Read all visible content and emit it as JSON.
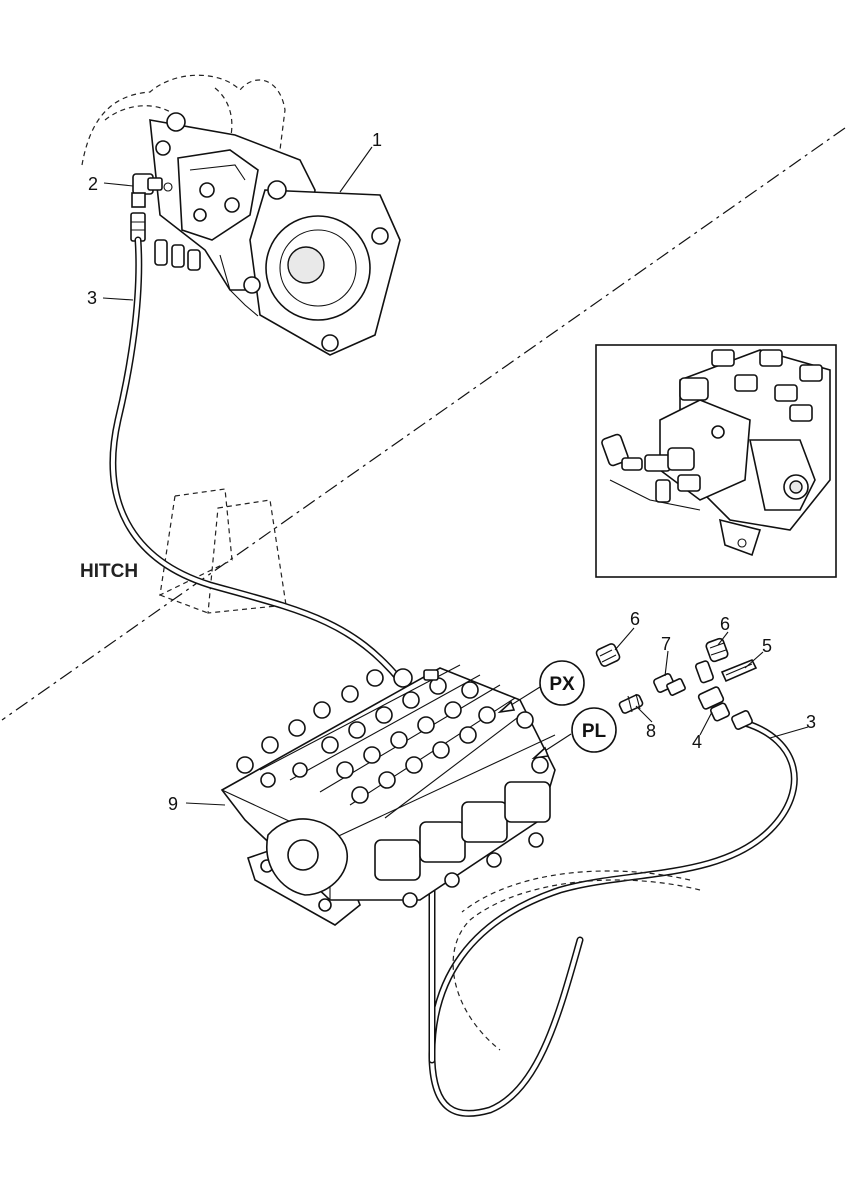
{
  "labels": {
    "pump": "1",
    "elbow_fitting": "2",
    "hose_upper": "3",
    "hose_lower": "3",
    "tee": "4",
    "cap": "5",
    "cap_px": "6",
    "cap_tee": "6",
    "elbow_valve": "7",
    "adapter": "8",
    "control_valve": "9"
  },
  "ports": {
    "px": "PX",
    "pl": "PL"
  },
  "hitch_label": "HITCH",
  "colors": {
    "ink": "#111111",
    "paper": "#ffffff"
  }
}
